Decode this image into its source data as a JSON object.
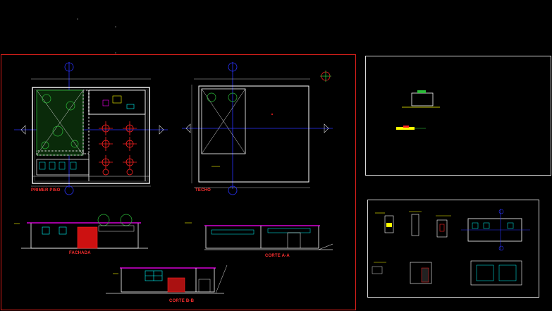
{
  "drawing": {
    "background": "#000000",
    "colors": {
      "frame": "#e0201b",
      "axis_blue": "#2a33ff",
      "wall_white": "#ffffff",
      "tree_green": "#2dbb3a",
      "furniture_red": "#ff2222",
      "label_red": "#ff3030",
      "annotation_yellow": "#ffff00",
      "magenta": "#ff00ff",
      "cyan": "#00ffff",
      "gray": "#8a8a8a"
    },
    "titles": {
      "primer_piso": "PRIMER PISO",
      "techo": "TECHO",
      "fachada": "FACHADA",
      "corte_aa": "CORTE A-A",
      "corte_bb": "CORTE B-B"
    },
    "icons": [
      "north-arrow-icon",
      "section-marker-icon",
      "tree-icon",
      "table-chair-set-icon"
    ]
  }
}
